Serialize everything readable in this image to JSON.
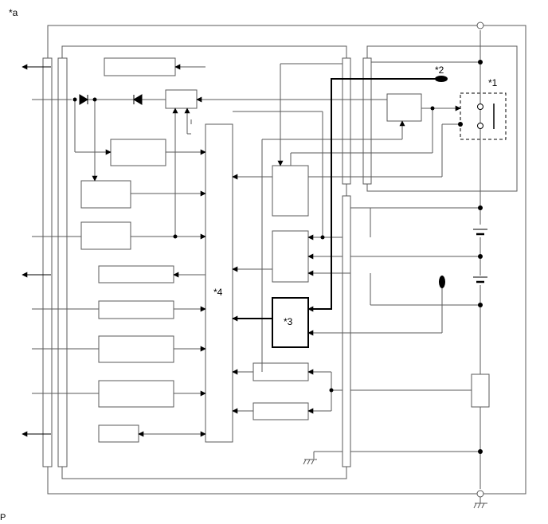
{
  "labels": {
    "figure": "*a",
    "callout_1": "*1",
    "callout_2": "*2",
    "callout_3": "*3",
    "callout_4": "*4",
    "corner_code": "P"
  },
  "colors": {
    "line": "#5a5a5a",
    "bold_line": "#000000",
    "background": "#ffffff"
  }
}
